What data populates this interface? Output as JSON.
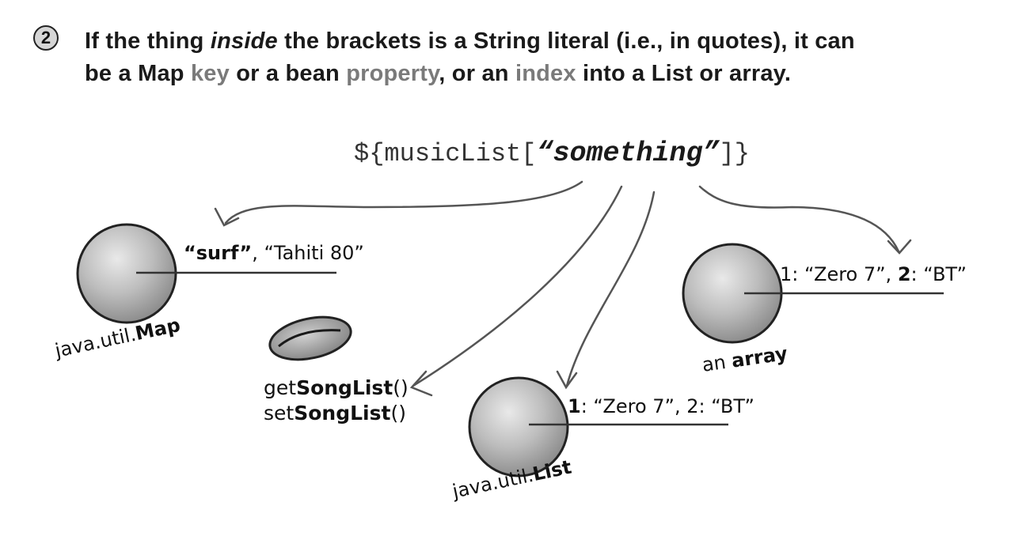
{
  "step": {
    "number": "2"
  },
  "heading": {
    "part1": "If the thing ",
    "em": "inside",
    "part2": " the brackets is a String literal (i.e., in quotes), it can be a Map ",
    "key": "key",
    "part3": " or a bean ",
    "property": "property",
    "part4": ", or an ",
    "index": "index",
    "part5": " into a List or array."
  },
  "expression": {
    "prefix": "${musicList[",
    "quoted": "“something”",
    "suffix": "]}"
  },
  "map": {
    "entry_key": "“surf”",
    "entry_rest": ", “Tahiti 80”",
    "caption_prefix": "java.util.",
    "caption_bold": "Map"
  },
  "bean": {
    "getter_prefix": "get",
    "getter_bold": "SongList",
    "getter_suffix": "()",
    "setter_prefix": "set",
    "setter_bold": "SongList",
    "setter_suffix": "()"
  },
  "list": {
    "index_bold": "1",
    "entries_rest": ": “Zero 7”, 2: “BT”",
    "caption_prefix": "java.util.",
    "caption_bold": "List"
  },
  "array": {
    "entries_a": "1: “Zero 7”, ",
    "index_bold": "2",
    "entries_b": ": “BT”",
    "caption_prefix": "an ",
    "caption_bold": "array"
  },
  "colors": {
    "highlight": "#7a7a7a",
    "ink": "#1a1a1a",
    "ball": "#b8b8b8"
  }
}
